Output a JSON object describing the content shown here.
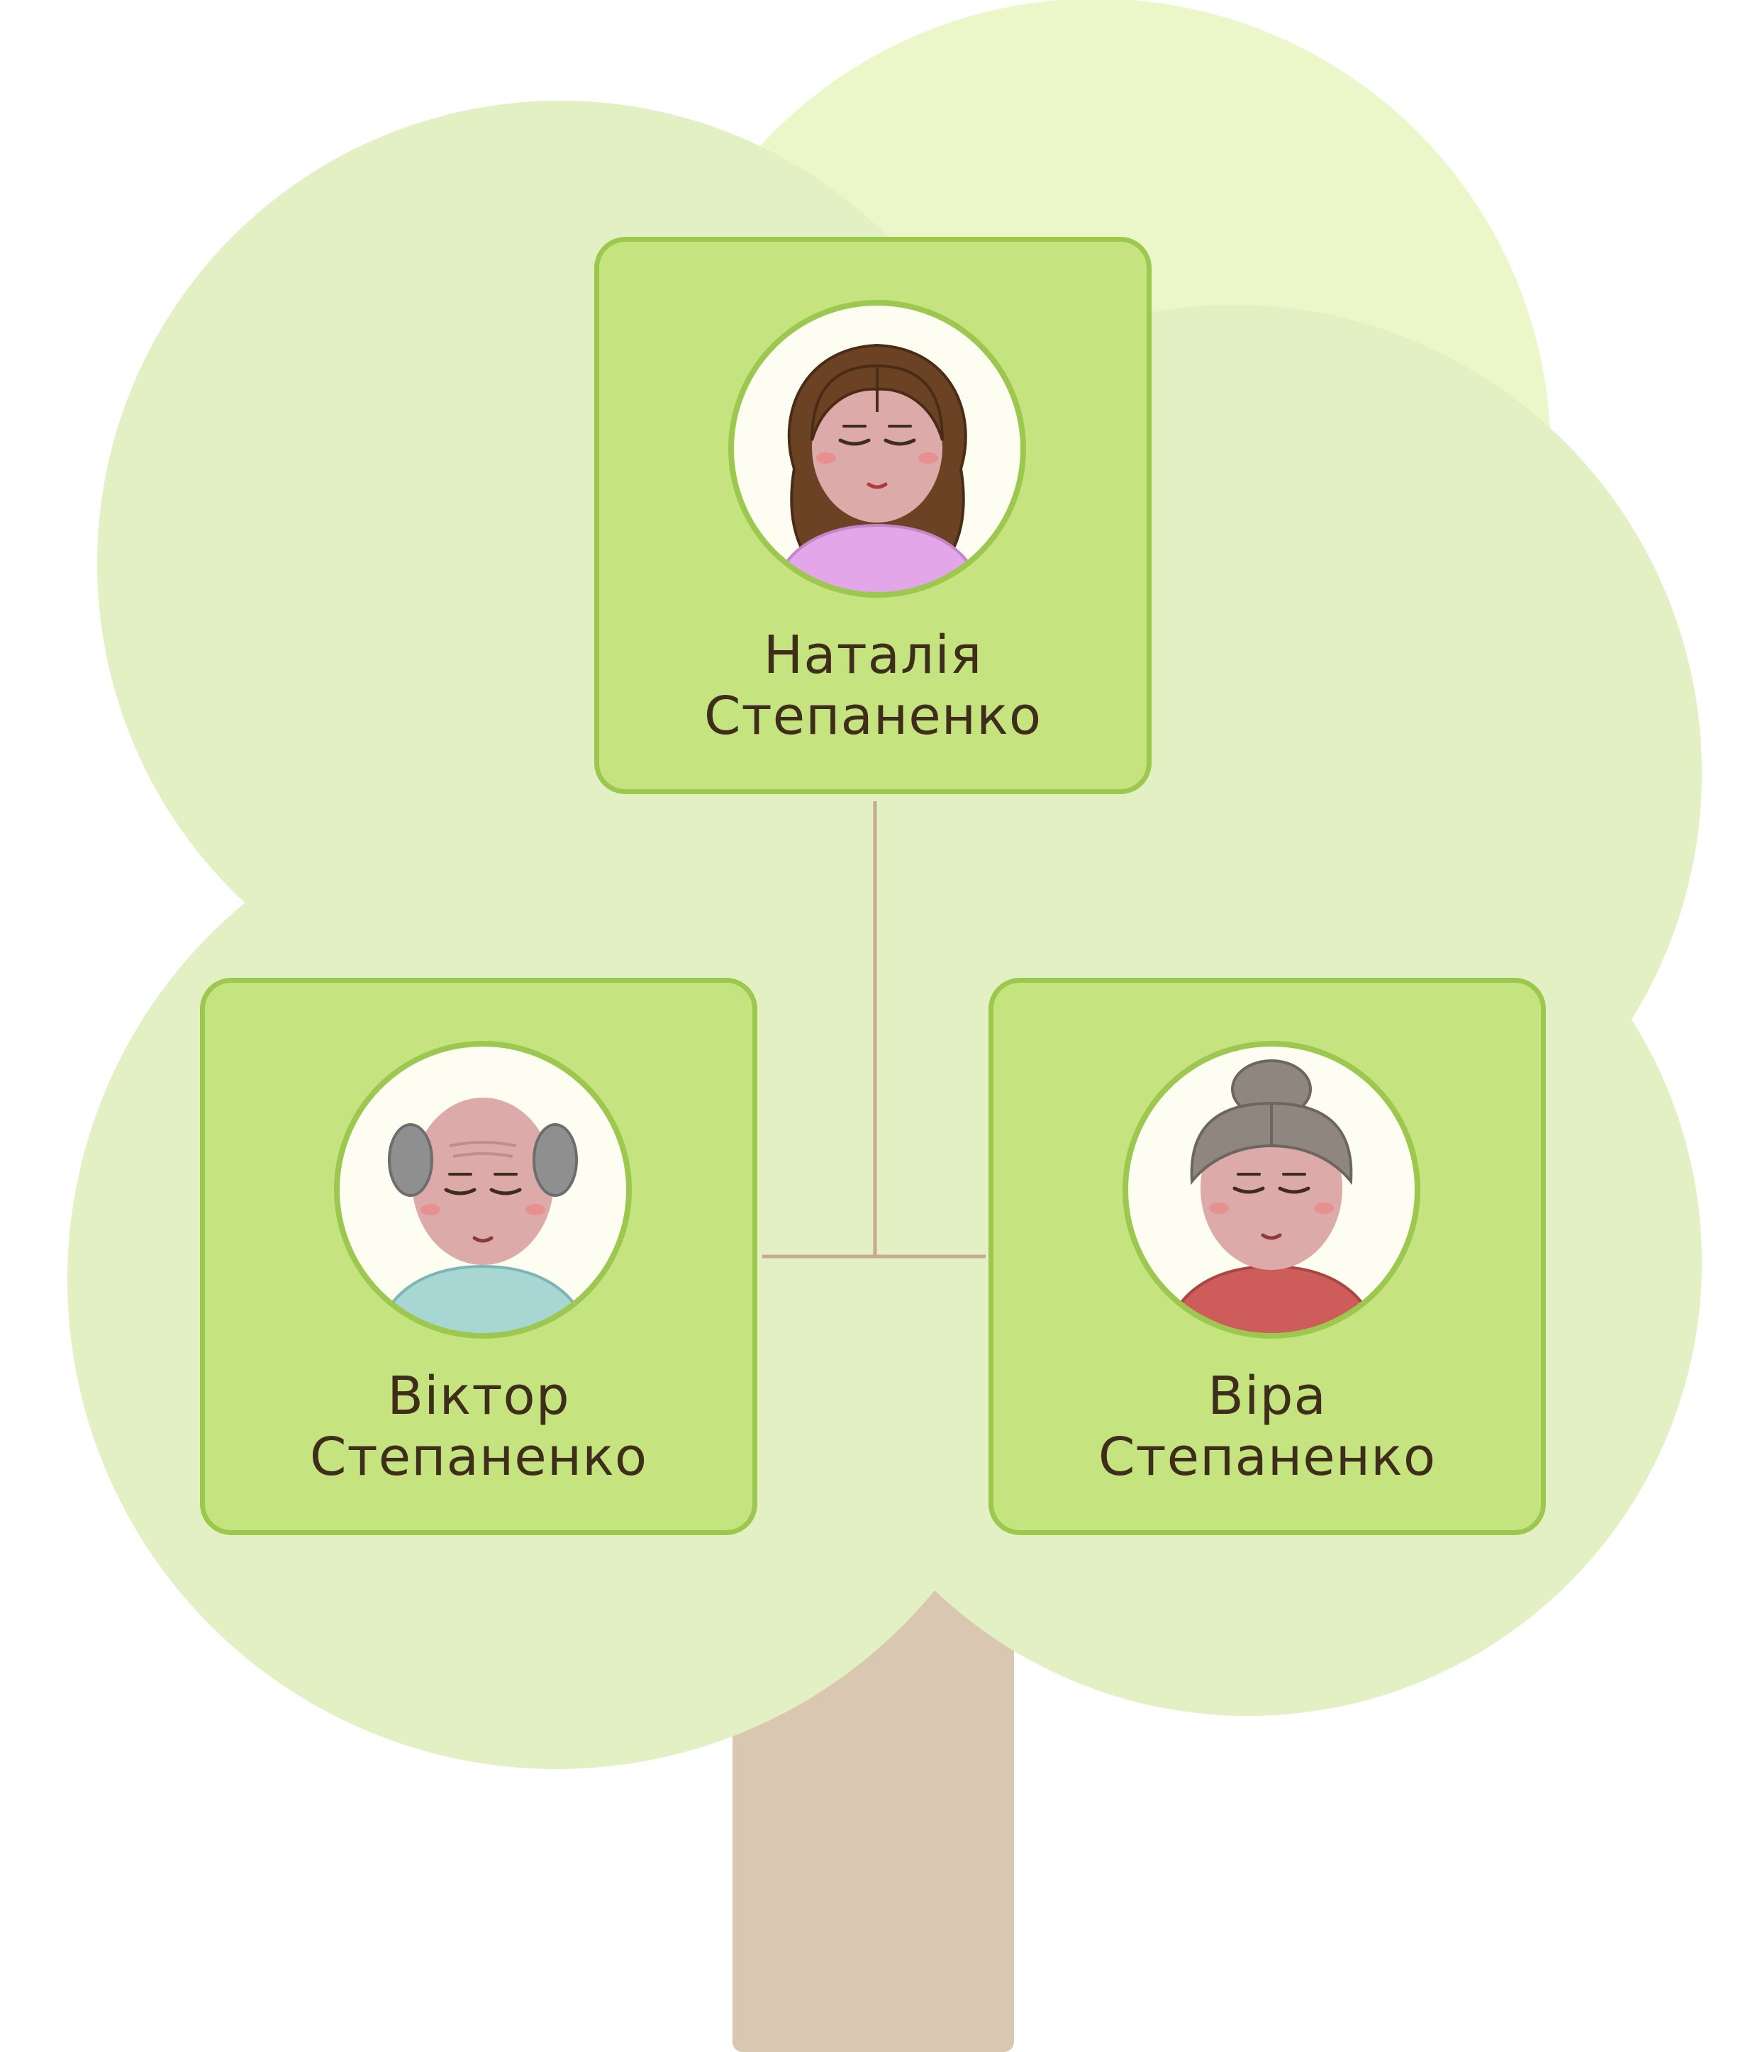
{
  "colors": {
    "canopy": "#e3f0c3",
    "canopy_light": "#ebf7c9",
    "trunk": "#d9c7b1",
    "card_fill": "#c5e37e",
    "card_border": "#9dc84f",
    "connector": "#c6ab93",
    "name_text": "#3f2d1b"
  },
  "tree": {
    "root": {
      "first_name": "Наталія",
      "last_name": "Степаненко",
      "avatar": "young-woman-avatar-icon"
    },
    "parents": [
      {
        "first_name": "Віктор",
        "last_name": "Степаненко",
        "avatar": "elderly-man-avatar-icon"
      },
      {
        "first_name": "Віра",
        "last_name": "Степаненко",
        "avatar": "elderly-woman-avatar-icon"
      }
    ]
  }
}
